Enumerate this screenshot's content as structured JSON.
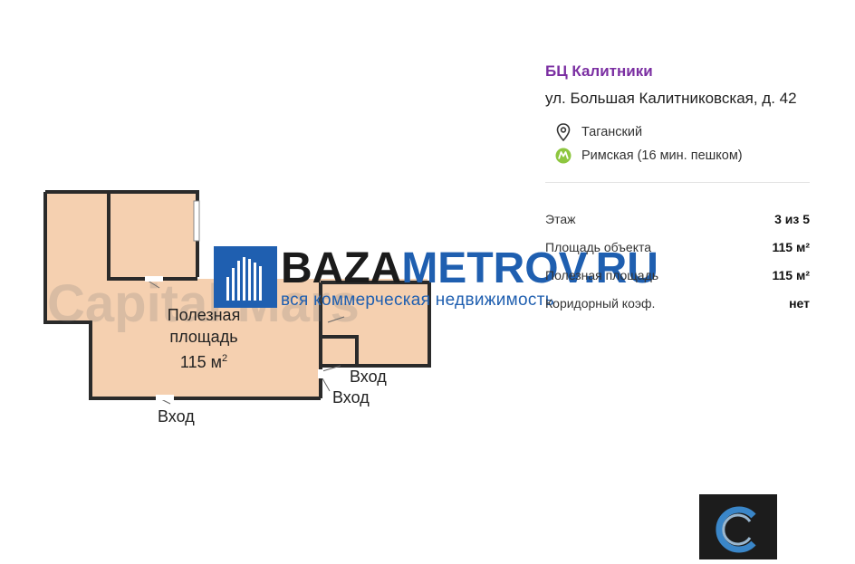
{
  "listing": {
    "title": "БЦ Калитники",
    "address": "ул. Большая Калитниковская, д. 42",
    "district": "Таганский",
    "metro": "Римская (16 мин. пешком)",
    "metro_color": "#8dc63f",
    "title_color": "#7b2fa2"
  },
  "properties": [
    {
      "label": "Этаж",
      "value": "3 из 5"
    },
    {
      "label": "Площадь объекта",
      "value": "115 м²"
    },
    {
      "label": "Полезная площадь",
      "value": "115 м²"
    },
    {
      "label": "Коридорный коэф.",
      "value": "нет"
    }
  ],
  "floorplan": {
    "area_label_line1": "Полезная",
    "area_label_line2": "площадь",
    "area_value": "115 м",
    "area_sup": "2",
    "entrance_1": "Вход",
    "entrance_2": "Вход",
    "entrance_3": "Вход",
    "fill_color": "#f5d0b0",
    "wall_color": "#2a2a2a"
  },
  "watermark": {
    "brand_part1": "BAZA",
    "brand_part2": "METROV.RU",
    "tagline": "вся коммерческая недвижимость",
    "background_mark": "Capital Mars"
  }
}
